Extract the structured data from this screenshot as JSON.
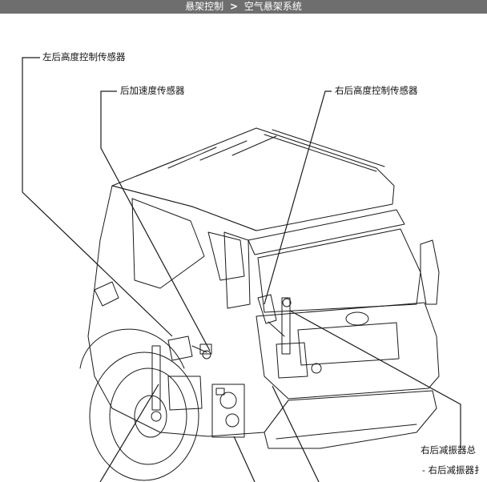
{
  "header": {
    "breadcrumb_section": "悬架控制",
    "breadcrumb_separator": ">",
    "breadcrumb_page": "空气悬架系统"
  },
  "labels": {
    "left_rear_height_sensor": "左后高度控制传感器",
    "rear_accel_sensor": "后加速度传感器",
    "right_rear_height_sensor": "右后高度控制传感器",
    "right_rear_shock_assembly": "右后减振器总",
    "right_rear_shock_sub": "- 右后减振器扌"
  },
  "colors": {
    "header_bg": "#6e6e6e",
    "line": "#1a1a1a",
    "text": "#111111"
  }
}
